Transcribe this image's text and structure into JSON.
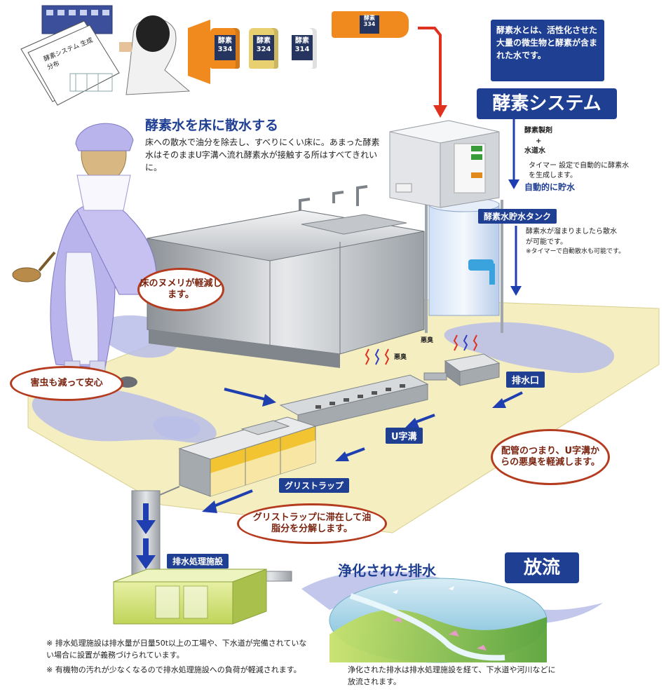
{
  "description_box": "酵素水とは、活性化させた大量の微生物と酵素が含まれた水です。",
  "system_title": "酵素システム",
  "system_inputs": {
    "enzyme_agent": "酵素製剤",
    "plus": "+",
    "tap_water": "水道水",
    "timer_note": "タイマー 設定で自動的に酵素水を生成します。"
  },
  "auto_store": "自動的に貯水",
  "tank_label": "酵素水貯水タンク",
  "tank_note": "酵素水が溜まりましたら散水が可能です。",
  "tank_note2": "※タイマーで自動散水も可能です。",
  "bottles": [
    {
      "text": "酵素334",
      "color": "#f08a1e"
    },
    {
      "text": "酵素324",
      "color": "#f3c21a"
    },
    {
      "text": "酵素314",
      "color": "#e8d070"
    }
  ],
  "top_bottle": "酵素334",
  "doc_title": "酵素システム 生成分布",
  "sprinkle_title": "酵素水を床に散水する",
  "sprinkle_text": "床への散水で油分を除去し、すべりにくい床に。あまった酵素水はそのままU字溝へ流れ酵素水が接触する所はすべてきれいに。",
  "bubble_floor": "床のヌメリが軽減します。",
  "bubble_pests": "害虫も減って安心",
  "bubble_pipes": "配管のつまり、U字溝からの悪臭を軽減します。",
  "bubble_grease": "グリストラップに滞在して油脂分を分解します。",
  "odor1": "悪臭",
  "odor2": "悪臭",
  "drain_label": "排水口",
  "u_ditch_label": "U字溝",
  "grease_trap_label": "グリストラップ",
  "treatment_label": "排水処理施設",
  "purified_label": "浄化された排水",
  "discharge_label": "放流",
  "purified_note": "浄化された排水は排水処理施設を経て、下水道や河川などに放流されます。",
  "footnote1": "※ 排水処理施設は排水量が日量50t以上の工場や、下水道が完備されていない場合に設置が義務づけられています。",
  "footnote2": "※ 有機物の汚れが少なくなるので排水処理施設への負荷が軽減されます。",
  "colors": {
    "navy": "#1f3f93",
    "floor": "#f4eec0",
    "water": "#b7bde8",
    "arrow_red": "#e0301e",
    "arrow_blue": "#1f3fb0",
    "bubble_border": "#b53b1f"
  }
}
